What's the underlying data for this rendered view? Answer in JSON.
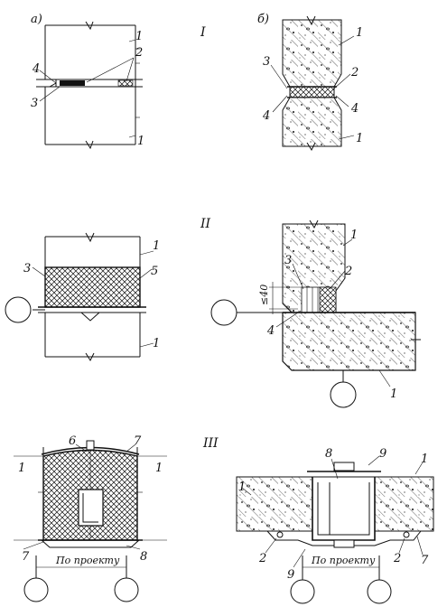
{
  "panel_labels": {
    "a": "а)",
    "b": "б)"
  },
  "rows": {
    "r1": "I",
    "r2": "II",
    "r3": "III"
  },
  "callouts": {
    "c1": "1",
    "c2": "2",
    "c3": "3",
    "c4": "4",
    "c5": "5",
    "c6": "6",
    "c7": "7",
    "c8": "8",
    "c9": "9"
  },
  "dimension": "≤40",
  "project_note": "По проекту"
}
